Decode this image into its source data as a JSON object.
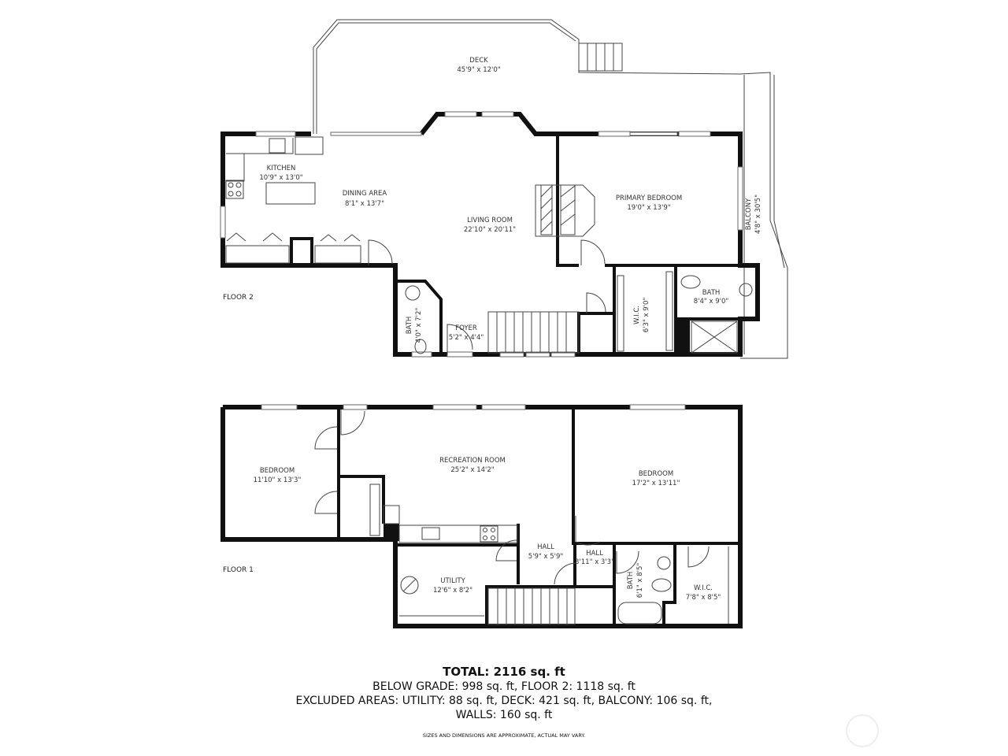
{
  "floors": [
    {
      "label": "FLOOR 2",
      "rooms": [
        {
          "name": "DECK",
          "dims": "45'9\" x 12'0\""
        },
        {
          "name": "KITCHEN",
          "dims": "10'9\" x 13'0\""
        },
        {
          "name": "DINING AREA",
          "dims": "8'1\" x 13'7\""
        },
        {
          "name": "LIVING ROOM",
          "dims": "22'10\" x 20'11\""
        },
        {
          "name": "PRIMARY BEDROOM",
          "dims": "19'0\" x 13'9\""
        },
        {
          "name": "BALCONY",
          "dims": "4'8\" x 30'5\""
        },
        {
          "name": "BATH",
          "dims": "8'4\" x 9'0\""
        },
        {
          "name": "W.I.C.",
          "dims": "6'3\" x 9'0\""
        },
        {
          "name": "FOYER",
          "dims": "5'2\" x 4'4\""
        },
        {
          "name": "BATH",
          "dims": "4'0\" x 7'2\""
        }
      ]
    },
    {
      "label": "FLOOR 1",
      "rooms": [
        {
          "name": "BEDROOM",
          "dims": "11'10\" x 13'3\""
        },
        {
          "name": "RECREATION ROOM",
          "dims": "25'2\" x 14'2\""
        },
        {
          "name": "BEDROOM",
          "dims": "17'2\" x 13'11\""
        },
        {
          "name": "HALL",
          "dims": "5'9\" x 5'9\""
        },
        {
          "name": "HALL",
          "dims": "3'11\" x 3'3\""
        },
        {
          "name": "UTILITY",
          "dims": "12'6\" x 8'2\""
        },
        {
          "name": "BATH",
          "dims": "6'1\" x 8'5\""
        },
        {
          "name": "W.I.C.",
          "dims": "7'8\" x 8'5\""
        }
      ]
    }
  ],
  "summary": {
    "total": "TOTAL: 2116 sq. ft",
    "line1": "BELOW GRADE: 998 sq. ft, FLOOR 2: 1118 sq. ft",
    "line2": "EXCLUDED AREAS: UTILITY: 88 sq. ft, DECK: 421 sq. ft, BALCONY: 106 sq. ft,",
    "line3": "WALLS: 160 sq. ft",
    "disclaimer": "SIZES AND DIMENSIONS ARE APPROXIMATE, ACTUAL MAY VARY."
  },
  "colors": {
    "wall": "#111111",
    "background": "#ffffff"
  }
}
